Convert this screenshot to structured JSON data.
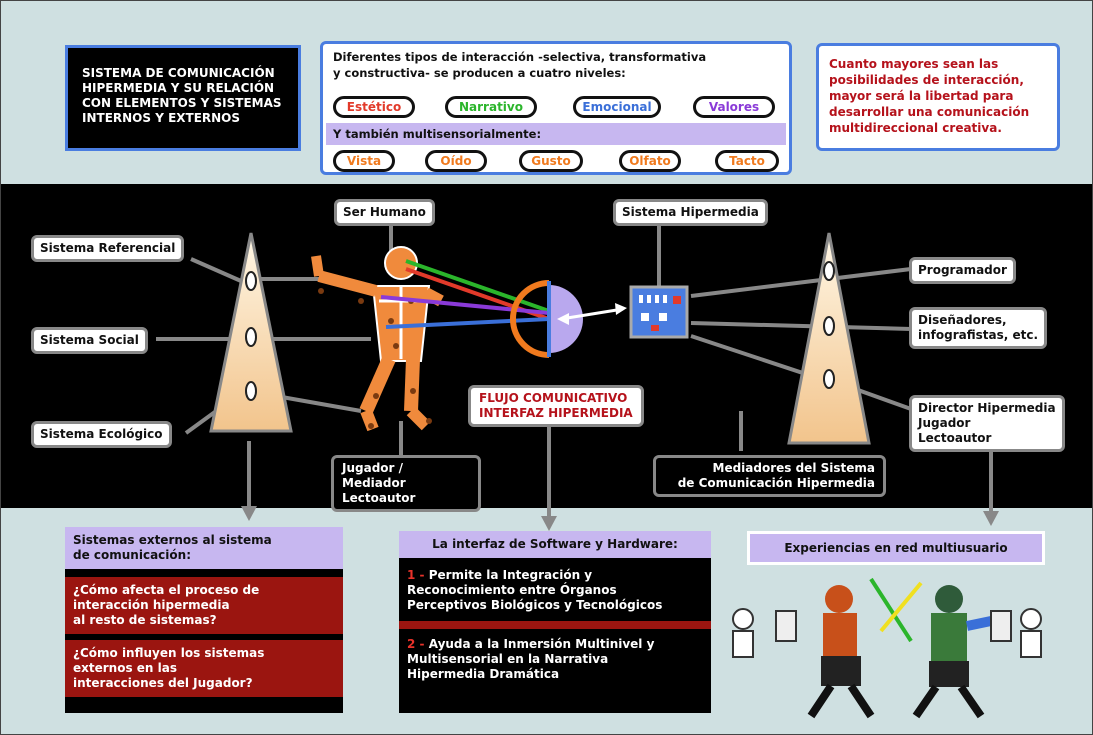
{
  "title_box": {
    "line1": "SISTEMA DE COMUNICACIÓN",
    "line2": "HIPERMEDIA Y SU RELACIÓN",
    "line3": "CON ELEMENTOS Y SISTEMAS",
    "line4": "INTERNOS Y EXTERNOS"
  },
  "interaction_box": {
    "line1": "Diferentes tipos de interacción -selectiva, transformativa",
    "line2": "y constructiva- se producen a cuatro niveles:",
    "levels": [
      {
        "label": "Estético",
        "color": "#e23a2a"
      },
      {
        "label": "Narrativo",
        "color": "#2bb52b"
      },
      {
        "label": "Emocional",
        "color": "#3a6fd8"
      },
      {
        "label": "Valores",
        "color": "#8a3ad8"
      }
    ],
    "multisensory_label": "Y también multisensorialmente:",
    "senses": [
      {
        "label": "Vista",
        "color": "#f07a1e"
      },
      {
        "label": "Oído",
        "color": "#f07a1e"
      },
      {
        "label": "Gusto",
        "color": "#f07a1e"
      },
      {
        "label": "Olfato",
        "color": "#f07a1e"
      },
      {
        "label": "Tacto",
        "color": "#f07a1e"
      }
    ]
  },
  "quote_box": {
    "line1": "Cuanto mayores sean las",
    "line2": "posibilidades de interacción,",
    "line3": "mayor será la libertad para",
    "line4": "desarrollar una comunicación",
    "line5": "multidireccional creativa."
  },
  "diagram": {
    "ser_humano": "Ser Humano",
    "sistema_hipermedia": "Sistema Hipermedia",
    "sistema_referencial": "Sistema Referencial",
    "sistema_social": "Sistema Social",
    "sistema_ecologico": "Sistema Ecológico",
    "jugador_line1": "Jugador / Mediador",
    "jugador_line2": "Lectoautor",
    "flujo_line1": "FLUJO COMUNICATIVO",
    "flujo_line2": "INTERFAZ HIPERMEDIA",
    "mediadores_line1": "Mediadores del Sistema",
    "mediadores_line2": "de Comunicación Hipermedia",
    "programador": "Programador",
    "disenadores_line1": "Diseñadores,",
    "disenadores_line2": "infografistas, etc.",
    "director_line1": "Director Hipermedia",
    "director_line2": "Jugador",
    "director_line3": "Lectoautor"
  },
  "panel_left": {
    "head_line1": "Sistemas externos al sistema",
    "head_line2": "de comunicación:",
    "q1_line1": "¿Cómo afecta el proceso de",
    "q1_line2": "interacción hipermedia",
    "q1_line3": "al resto de sistemas?",
    "q2_line1": "¿Cómo influyen los sistemas",
    "q2_line2": "externos en las",
    "q2_line3": "interacciones del Jugador?"
  },
  "panel_mid": {
    "head": "La interfaz de Software y Hardware:",
    "p1_num": "1 -",
    "p1_line1": "Permite la Integración y",
    "p1_line2": "Reconocimiento entre Órganos",
    "p1_line3": "Perceptivos Biológicos y Tecnológicos",
    "p2_num": "2 -",
    "p2_line1": "Ayuda a la Inmersión Multinivel y",
    "p2_line2": "Multisensorial en la Narrativa",
    "p2_line3": "Hipermedia Dramática"
  },
  "panel_right": {
    "head": "Experiencias en red multiusuario"
  },
  "colors": {
    "background": "#cfe0e1",
    "blue_border": "#4a7de0",
    "lavender": "#c7b7f0",
    "dark_red": "#9b1510",
    "orange": "#f07a1e"
  }
}
